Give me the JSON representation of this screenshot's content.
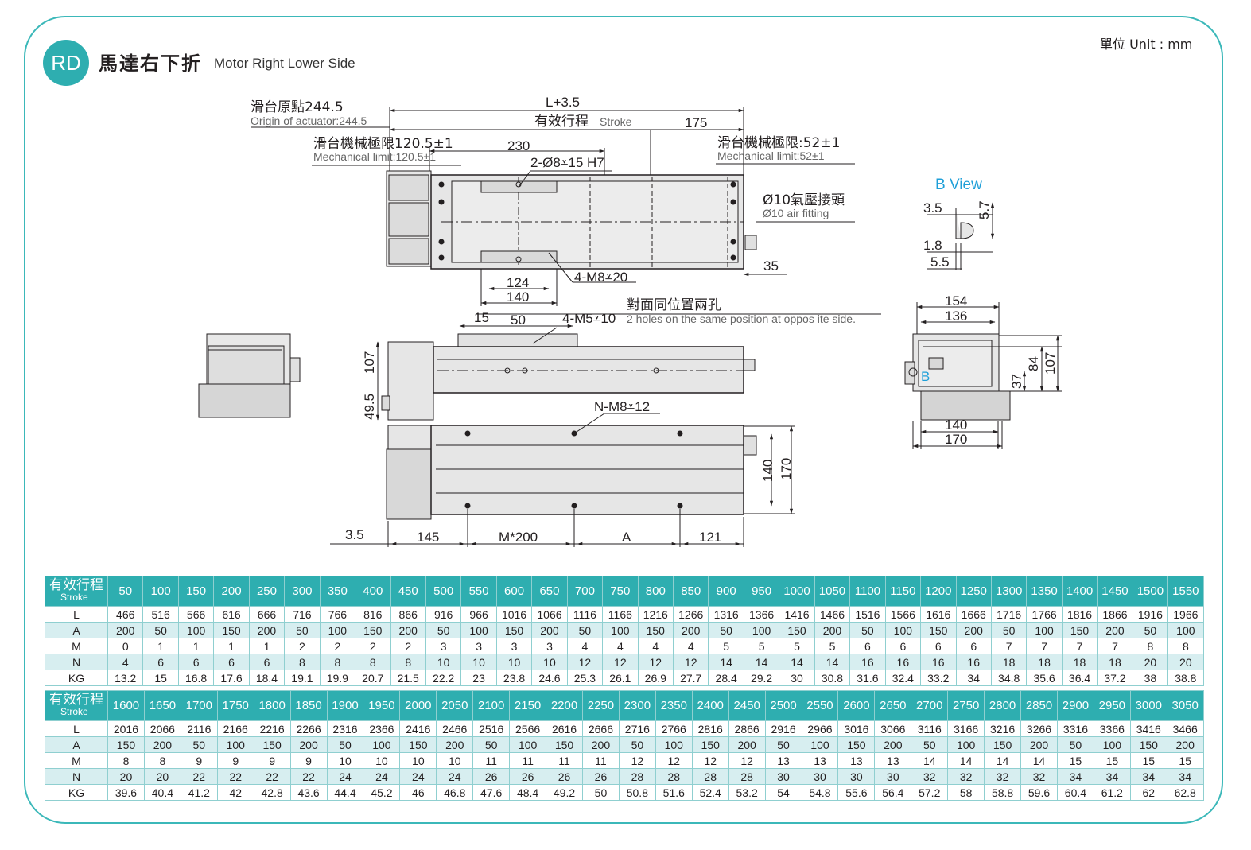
{
  "header": {
    "badge": "RD",
    "title_cn": "馬達右下折",
    "title_en": "Motor Right Lower Side",
    "unit": "單位 Unit : mm"
  },
  "drawing": {
    "top_view": {
      "origin_cn": "滑台原點244.5",
      "origin_en": "Origin of actuator:244.5",
      "length": "L+3.5",
      "stroke_cn": "有效行程",
      "stroke_en": "Stroke",
      "dim_175": "175",
      "mech_limit_left_cn": "滑台機械極限120.5±1",
      "mech_limit_left_en": "Mechanical limit:120.5±1",
      "dim_230": "230",
      "pin_hole": "2-Ø8⩡15 H7",
      "mech_limit_right_cn": "滑台機械極限:52±1",
      "mech_limit_right_en": "Mechanical limit:52±1",
      "air_fitting_cn": "Ø10氣壓接頭",
      "air_fitting_en": "Ø10 air fitting",
      "dim_35": "35",
      "tap_m8": "4-M8⩡20",
      "dim_124": "124",
      "dim_140": "140"
    },
    "side_view": {
      "opposite_cn": "對面同位置兩孔",
      "opposite_en": "2 holes on the same position at oppos ite side.",
      "dim_15": "15",
      "dim_50": "50",
      "tap_m5": "4-M5⩡10",
      "dim_107": "107",
      "dim_49_5": "49.5"
    },
    "bottom_view": {
      "tap_n": "N-M8⩡12",
      "dim_140": "140",
      "dim_170": "170",
      "dim_3_5": "3.5",
      "dim_145": "145",
      "dim_m200": "M*200",
      "dim_a": "A",
      "dim_121": "121"
    },
    "b_view": {
      "title": "B View",
      "dim_3_5": "3.5",
      "dim_5_7": "5.7",
      "dim_1_8": "1.8",
      "dim_5_5": "5.5"
    },
    "end_view": {
      "dim_154": "154",
      "dim_136": "136",
      "dim_84": "84",
      "dim_107": "107",
      "dim_37": "37",
      "marker_b": "B",
      "dim_140": "140",
      "dim_170": "170"
    }
  },
  "tables": [
    {
      "head_cn": "有效行程",
      "head_en": "Stroke",
      "strokes": [
        "50",
        "100",
        "150",
        "200",
        "250",
        "300",
        "350",
        "400",
        "450",
        "500",
        "550",
        "600",
        "650",
        "700",
        "750",
        "800",
        "850",
        "900",
        "950",
        "1000",
        "1050",
        "1100",
        "1150",
        "1200",
        "1250",
        "1300",
        "1350",
        "1400",
        "1450",
        "1500",
        "1550"
      ],
      "rows": [
        {
          "label": "L",
          "values": [
            "466",
            "516",
            "566",
            "616",
            "666",
            "716",
            "766",
            "816",
            "866",
            "916",
            "966",
            "1016",
            "1066",
            "1116",
            "1166",
            "1216",
            "1266",
            "1316",
            "1366",
            "1416",
            "1466",
            "1516",
            "1566",
            "1616",
            "1666",
            "1716",
            "1766",
            "1816",
            "1866",
            "1916",
            "1966"
          ]
        },
        {
          "label": "A",
          "values": [
            "200",
            "50",
            "100",
            "150",
            "200",
            "50",
            "100",
            "150",
            "200",
            "50",
            "100",
            "150",
            "200",
            "50",
            "100",
            "150",
            "200",
            "50",
            "100",
            "150",
            "200",
            "50",
            "100",
            "150",
            "200",
            "50",
            "100",
            "150",
            "200",
            "50",
            "100"
          ]
        },
        {
          "label": "M",
          "values": [
            "0",
            "1",
            "1",
            "1",
            "1",
            "2",
            "2",
            "2",
            "2",
            "3",
            "3",
            "3",
            "3",
            "4",
            "4",
            "4",
            "4",
            "5",
            "5",
            "5",
            "5",
            "6",
            "6",
            "6",
            "6",
            "7",
            "7",
            "7",
            "7",
            "8",
            "8"
          ]
        },
        {
          "label": "N",
          "values": [
            "4",
            "6",
            "6",
            "6",
            "6",
            "8",
            "8",
            "8",
            "8",
            "10",
            "10",
            "10",
            "10",
            "12",
            "12",
            "12",
            "12",
            "14",
            "14",
            "14",
            "14",
            "16",
            "16",
            "16",
            "16",
            "18",
            "18",
            "18",
            "18",
            "20",
            "20"
          ]
        },
        {
          "label": "KG",
          "values": [
            "13.2",
            "15",
            "16.8",
            "17.6",
            "18.4",
            "19.1",
            "19.9",
            "20.7",
            "21.5",
            "22.2",
            "23",
            "23.8",
            "24.6",
            "25.3",
            "26.1",
            "26.9",
            "27.7",
            "28.4",
            "29.2",
            "30",
            "30.8",
            "31.6",
            "32.4",
            "33.2",
            "34",
            "34.8",
            "35.6",
            "36.4",
            "37.2",
            "38",
            "38.8"
          ]
        }
      ]
    },
    {
      "head_cn": "有效行程",
      "head_en": "Stroke",
      "strokes": [
        "1600",
        "1650",
        "1700",
        "1750",
        "1800",
        "1850",
        "1900",
        "1950",
        "2000",
        "2050",
        "2100",
        "2150",
        "2200",
        "2250",
        "2300",
        "2350",
        "2400",
        "2450",
        "2500",
        "2550",
        "2600",
        "2650",
        "2700",
        "2750",
        "2800",
        "2850",
        "2900",
        "2950",
        "3000",
        "3050"
      ],
      "rows": [
        {
          "label": "L",
          "values": [
            "2016",
            "2066",
            "2116",
            "2166",
            "2216",
            "2266",
            "2316",
            "2366",
            "2416",
            "2466",
            "2516",
            "2566",
            "2616",
            "2666",
            "2716",
            "2766",
            "2816",
            "2866",
            "2916",
            "2966",
            "3016",
            "3066",
            "3116",
            "3166",
            "3216",
            "3266",
            "3316",
            "3366",
            "3416",
            "3466"
          ]
        },
        {
          "label": "A",
          "values": [
            "150",
            "200",
            "50",
            "100",
            "150",
            "200",
            "50",
            "100",
            "150",
            "200",
            "50",
            "100",
            "150",
            "200",
            "50",
            "100",
            "150",
            "200",
            "50",
            "100",
            "150",
            "200",
            "50",
            "100",
            "150",
            "200",
            "50",
            "100",
            "150",
            "200"
          ]
        },
        {
          "label": "M",
          "values": [
            "8",
            "8",
            "9",
            "9",
            "9",
            "9",
            "10",
            "10",
            "10",
            "10",
            "11",
            "11",
            "11",
            "11",
            "12",
            "12",
            "12",
            "12",
            "13",
            "13",
            "13",
            "13",
            "14",
            "14",
            "14",
            "14",
            "15",
            "15",
            "15",
            "15"
          ]
        },
        {
          "label": "N",
          "values": [
            "20",
            "20",
            "22",
            "22",
            "22",
            "22",
            "24",
            "24",
            "24",
            "24",
            "26",
            "26",
            "26",
            "26",
            "28",
            "28",
            "28",
            "28",
            "30",
            "30",
            "30",
            "30",
            "32",
            "32",
            "32",
            "32",
            "34",
            "34",
            "34",
            "34"
          ]
        },
        {
          "label": "KG",
          "values": [
            "39.6",
            "40.4",
            "41.2",
            "42",
            "42.8",
            "43.6",
            "44.4",
            "45.2",
            "46",
            "46.8",
            "47.6",
            "48.4",
            "49.2",
            "50",
            "50.8",
            "51.6",
            "52.4",
            "53.2",
            "54",
            "54.8",
            "55.6",
            "56.4",
            "57.2",
            "58",
            "58.8",
            "59.6",
            "60.4",
            "61.2",
            "62",
            "62.8"
          ]
        }
      ]
    }
  ]
}
